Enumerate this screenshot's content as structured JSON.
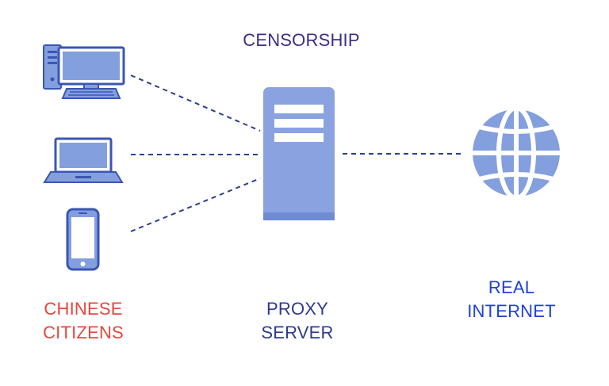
{
  "labels": {
    "censorship": "CENSORSHIP",
    "citizens_line1": "CHINESE",
    "citizens_line2": "CITIZENS",
    "proxy_line1": "PROXY",
    "proxy_line2": "SERVER",
    "internet_line1": "REAL",
    "internet_line2": "INTERNET"
  },
  "icons": {
    "desktop": "desktop-computer-icon",
    "laptop": "laptop-icon",
    "phone": "smartphone-icon",
    "server": "server-icon",
    "globe": "globe-icon"
  },
  "colors": {
    "icon_fill": "#849fde",
    "icon_stroke": "#3a56b5",
    "server_fill": "#8aa3e0",
    "server_base": "#6f8bd4",
    "dashed_line": "#2b3f8e",
    "censorship_text": "#3a2f86",
    "citizens_text": "#e8463c",
    "proxy_text": "#2d3a8f",
    "internet_text": "#1f3fe0"
  }
}
